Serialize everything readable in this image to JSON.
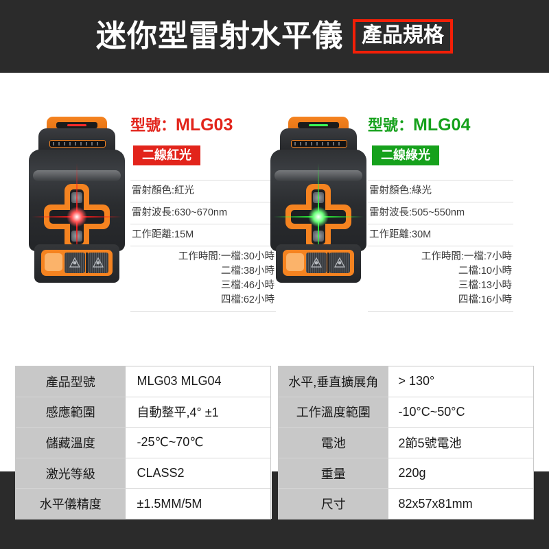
{
  "header": {
    "title": "迷你型雷射水平儀",
    "badge": "產品規格",
    "badge_border_color": "#f31f07",
    "band_color": "#2b2b2b"
  },
  "products": [
    {
      "model_label": "型號：",
      "model_name": "MLG03",
      "accent_color": "#e2241b",
      "beam_color": "#ff1a1a",
      "badge": "二線紅光",
      "specs": [
        "雷射顏色:紅光",
        "雷射波長:630~670nm",
        "工作距離:15M"
      ],
      "worktime": [
        "工作時間:一檔:30小時",
        "二檔:38小時",
        "三檔:46小時",
        "四檔:62小時"
      ]
    },
    {
      "model_label": "型號：",
      "model_name": "MLG04",
      "accent_color": "#16a11c",
      "beam_color": "#2bff3a",
      "badge": "二線綠光",
      "specs": [
        "雷射顏色:綠光",
        "雷射波長:505~550nm",
        "工作距離:30M"
      ],
      "worktime": [
        "工作時間:一檔:7小時",
        "二檔:10小時",
        "三檔:13小時",
        "四檔:16小時"
      ]
    }
  ],
  "table_left": {
    "rows": [
      {
        "label": "產品型號",
        "value": "MLG03  MLG04"
      },
      {
        "label": "感應範圍",
        "value": "自動整平,4°  ±1"
      },
      {
        "label": "儲藏溫度",
        "value": "-25℃~70℃"
      },
      {
        "label": "激光等級",
        "value": "CLASS2"
      },
      {
        "label": "水平儀精度",
        "value": "±1.5MM/5M"
      }
    ]
  },
  "table_right": {
    "rows": [
      {
        "label": "水平,垂直擴展角",
        "value": "> 130°"
      },
      {
        "label": "工作溫度範圍",
        "value": "-10°C~50°C"
      },
      {
        "label": "電池",
        "value": "2節5號電池"
      },
      {
        "label": "重量",
        "value": "220g"
      },
      {
        "label": "尺寸",
        "value": "82x57x81mm"
      }
    ]
  }
}
